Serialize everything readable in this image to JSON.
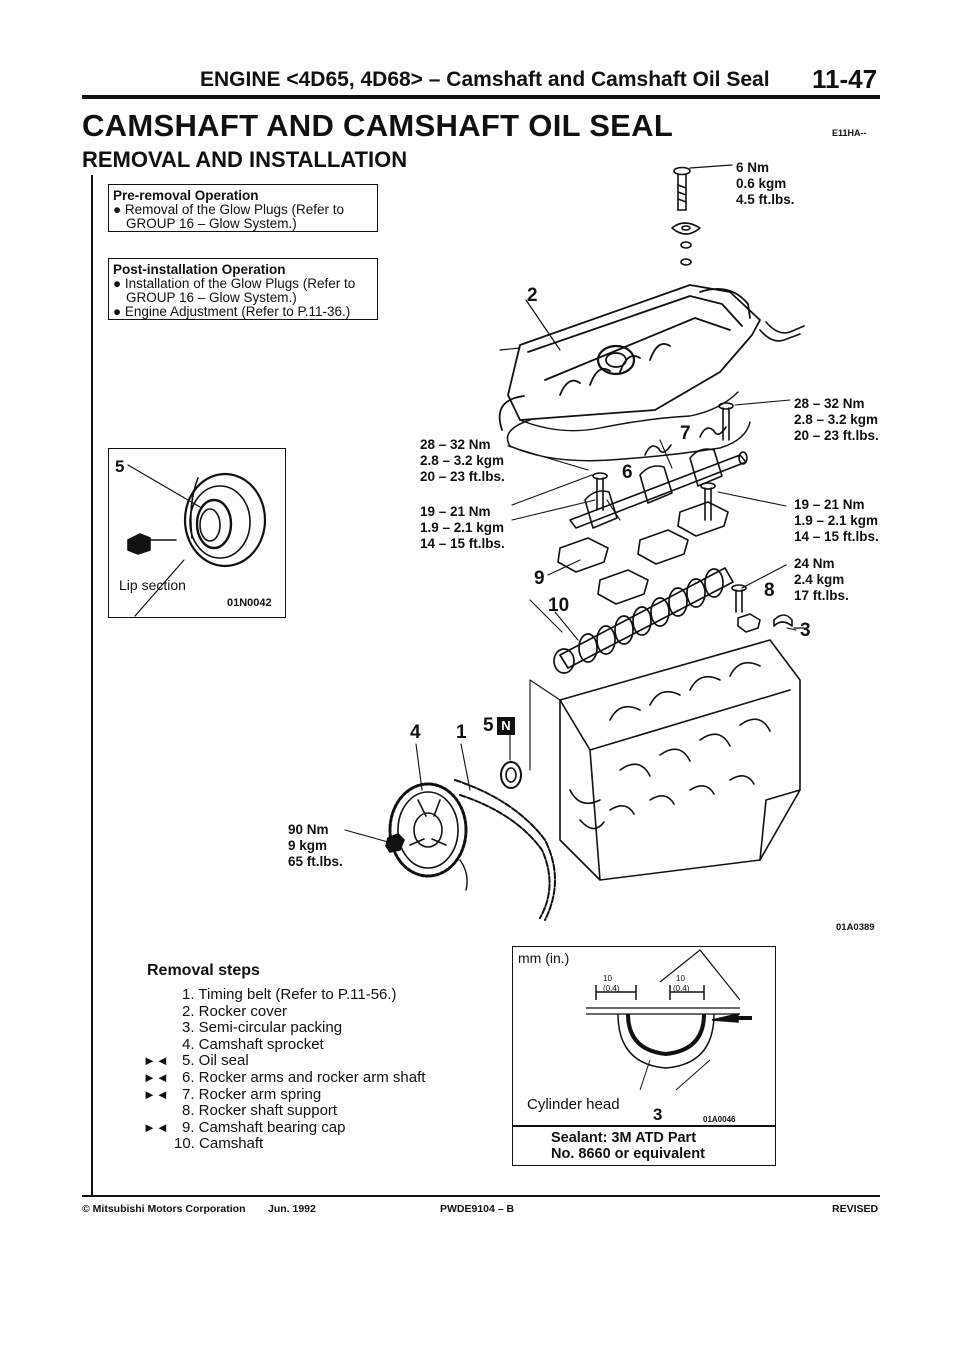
{
  "header": {
    "title": "ENGINE <4D65, 4D68> – Camshaft and Camshaft Oil Seal",
    "page_number": "11-47"
  },
  "heading": "CAMSHAFT AND CAMSHAFT OIL SEAL",
  "heading_code": "E11HA--",
  "subheading": "REMOVAL AND INSTALLATION",
  "pre_removal": {
    "title": "Pre-removal Operation",
    "items": [
      "● Removal of the Glow Plugs (Refer to",
      "GROUP 16 – Glow System.)"
    ]
  },
  "post_installation": {
    "title": "Post-installation Operation",
    "items": [
      "● Installation of the Glow Plugs (Refer to",
      "GROUP 16 – Glow System.)",
      "● Engine Adjustment (Refer to P.11-36.)"
    ]
  },
  "lip_inset": {
    "callout": "5",
    "label": "Lip section",
    "code": "01N0042"
  },
  "torques": {
    "top": [
      "6 Nm",
      "0.6 kgm",
      "4.5 ft.lbs."
    ],
    "left_upper": [
      "28 – 32 Nm",
      "2.8 – 3.2 kgm",
      "20 – 23 ft.lbs."
    ],
    "left_lower": [
      "19 – 21 Nm",
      "1.9 – 2.1 kgm",
      "14 – 15 ft.lbs."
    ],
    "right_upper": [
      "28 – 32 Nm",
      "2.8 – 3.2 kgm",
      "20 – 23 ft.lbs."
    ],
    "right_mid": [
      "19 – 21 Nm",
      "1.9 – 2.1 kgm",
      "14 – 15 ft.lbs."
    ],
    "right_lower": [
      "24 Nm",
      "2.4 kgm",
      "17 ft.lbs."
    ],
    "sprocket": [
      "90 Nm",
      "9 kgm",
      "65 ft.lbs."
    ]
  },
  "callouts": {
    "c1": "1",
    "c2": "2",
    "c3": "3",
    "c4": "4",
    "c5": "5",
    "c5n": "N",
    "c6": "6",
    "c7": "7",
    "c8": "8",
    "c9": "9",
    "c10": "10"
  },
  "diagram_code": "01A0389",
  "removal_steps": {
    "title": "Removal steps",
    "steps": [
      {
        "mark": "",
        "text": "1.  Timing belt (Refer to P.11-56.)"
      },
      {
        "mark": "",
        "text": "2.  Rocker cover"
      },
      {
        "mark": "",
        "text": "3.  Semi-circular packing"
      },
      {
        "mark": "",
        "text": "4.  Camshaft sprocket"
      },
      {
        "mark": "►◄",
        "text": "5.  Oil seal"
      },
      {
        "mark": "►◄",
        "text": "6.  Rocker arms and rocker arm shaft"
      },
      {
        "mark": "►◄",
        "text": "7.  Rocker arm spring"
      },
      {
        "mark": "",
        "text": "8.  Rocker shaft support"
      },
      {
        "mark": "►◄",
        "text": "9.  Camshaft bearing cap"
      },
      {
        "mark": "",
        "text": "10.  Camshaft"
      }
    ]
  },
  "sealant_box": {
    "unit": "mm (in.)",
    "dim_left": "10",
    "dim_left_in": "(0.4)",
    "dim_right": "10",
    "dim_right_in": "(0.4)",
    "part_label": "Cylinder head",
    "callout": "3",
    "code": "01A0046",
    "sealant_line1": "Sealant: 3M ATD Part",
    "sealant_line2": "No. 8660 or equivalent"
  },
  "footer": {
    "copyright": "© Mitsubishi Motors Corporation",
    "date": "Jun. 1992",
    "doc": "PWDE9104 – B",
    "status": "REVISED"
  },
  "colors": {
    "ink": "#111111",
    "paper": "#ffffff"
  }
}
